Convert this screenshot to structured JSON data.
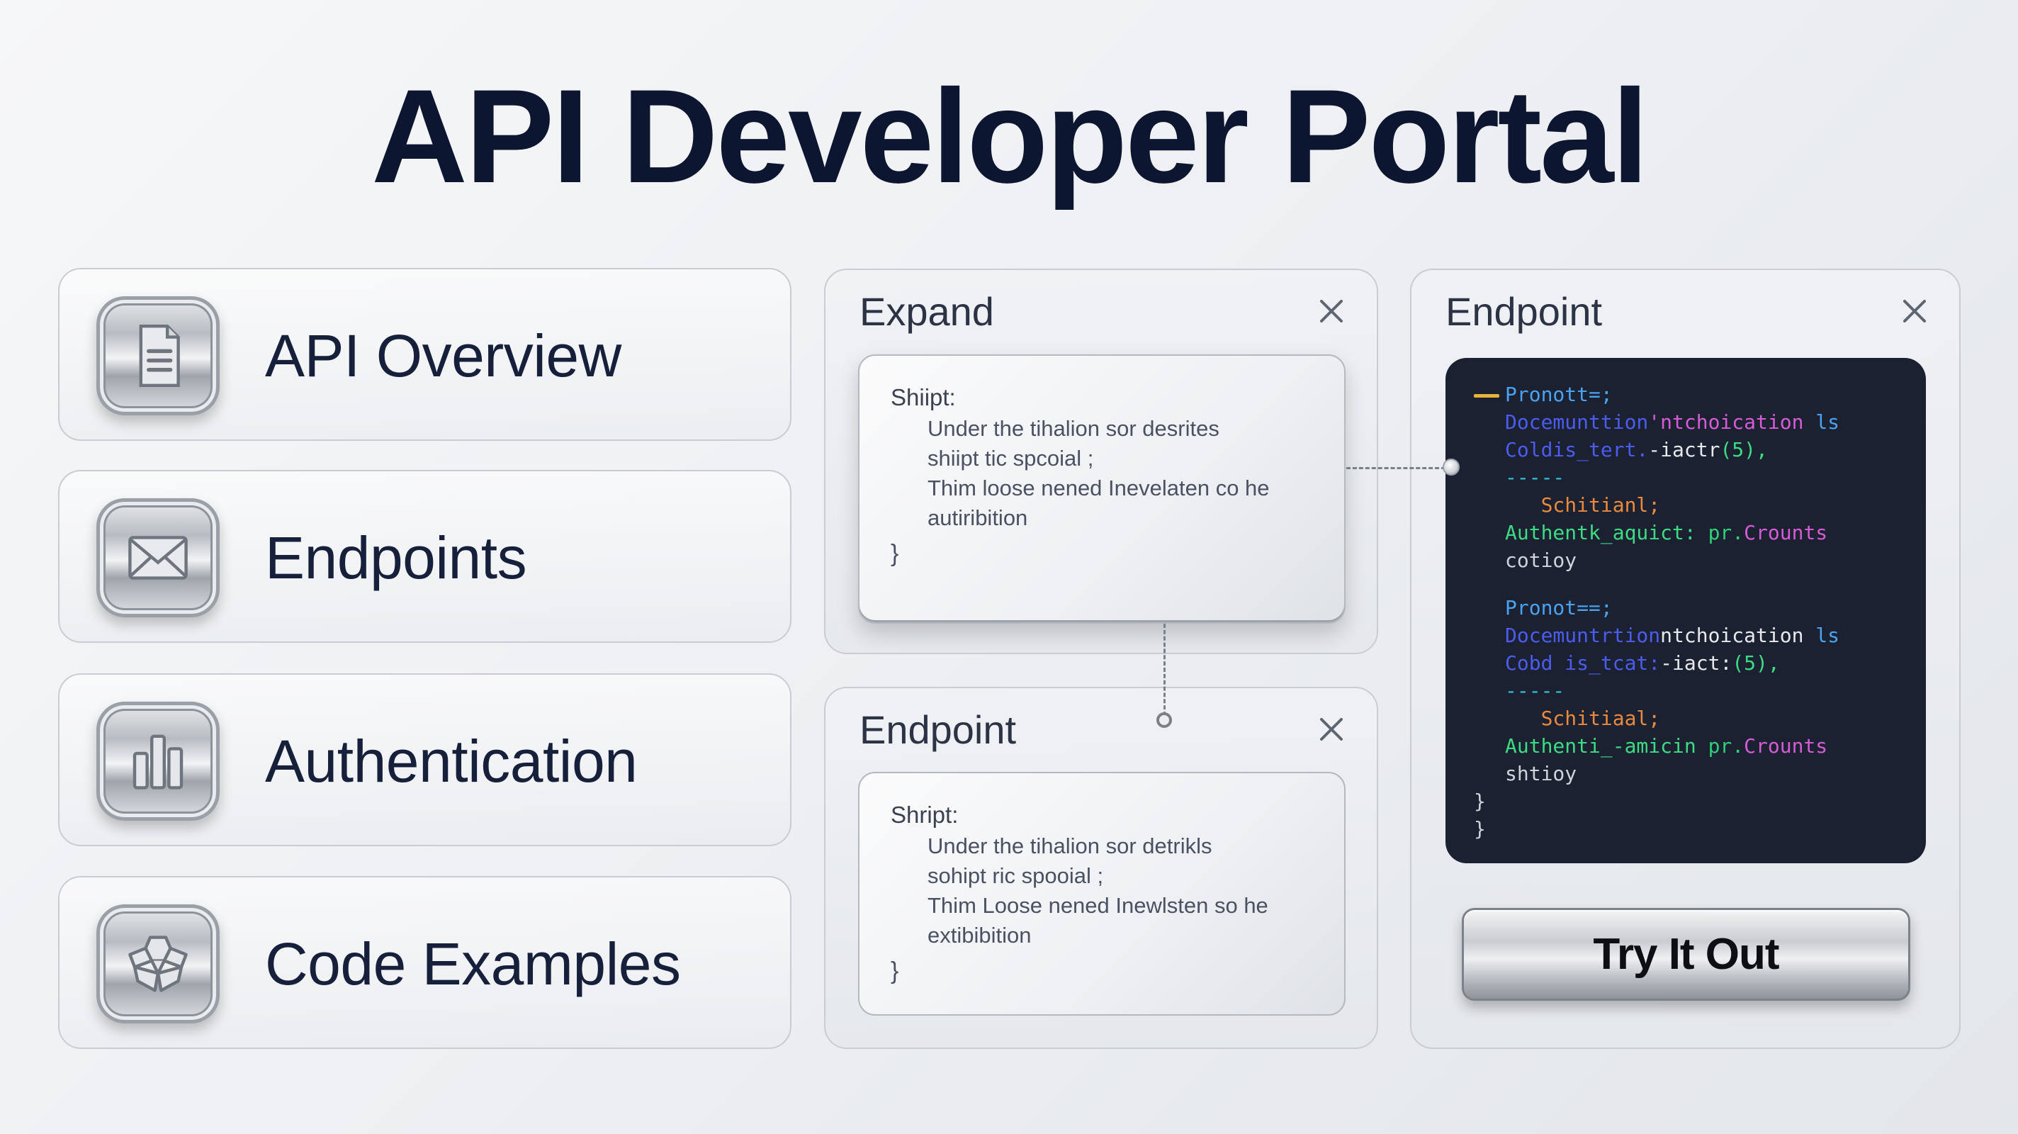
{
  "page": {
    "title": "API Developer Portal"
  },
  "nav": {
    "items": [
      {
        "label": "API Overview",
        "icon": "document-icon"
      },
      {
        "label": "Endpoints",
        "icon": "envelope-icon"
      },
      {
        "label": "Authentication",
        "icon": "bar-chart-icon"
      },
      {
        "label": "Code Examples",
        "icon": "open-box-icon"
      }
    ]
  },
  "expand_panel": {
    "title": "Expand",
    "close_icon": "close-icon",
    "content": {
      "lead": "Shiipt:",
      "lines": [
        "Under the tihalion sor desrites",
        "shiipt tic spcoial ;",
        "Thim loose nened Inevelaten co he",
        "autiribition"
      ],
      "closing": "}"
    }
  },
  "endpoint_panel": {
    "title": "Endpoint",
    "close_icon": "close-icon",
    "content": {
      "lead": "Shript:",
      "lines": [
        "Under the tihalion sor detrikls",
        "sohipt ric spooial ;",
        "Thim Loose nened Inewlsten so he",
        "extibibition"
      ],
      "closing": "}"
    }
  },
  "code_panel": {
    "title": "Endpoint",
    "close_icon": "close-icon",
    "blocks": [
      {
        "lines": [
          {
            "parts": [
              {
                "text": "Pronott=;",
                "color": "blue"
              }
            ],
            "marker": true
          },
          {
            "parts": [
              {
                "text": "Docemunttion",
                "color": "indigo"
              },
              {
                "text": "'ntchoication ",
                "color": "pink"
              },
              {
                "text": "ls",
                "color": "blue"
              }
            ]
          },
          {
            "parts": [
              {
                "text": "Coldis_tert.",
                "color": "indigo"
              },
              {
                "text": "-iactr",
                "color": "white"
              },
              {
                "text": "(5),",
                "color": "green"
              }
            ]
          },
          {
            "parts": [
              {
                "text": "-----",
                "color": "teal"
              }
            ]
          },
          {
            "parts": [
              {
                "text": "   Schitianl;",
                "color": "orange"
              }
            ]
          },
          {
            "parts": [
              {
                "text": "Authentk_aquict: ",
                "color": "green"
              },
              {
                "text": "pr.",
                "color": "green2"
              },
              {
                "text": "Crounts",
                "color": "pink"
              }
            ]
          },
          {
            "parts": [
              {
                "text": "cotioy",
                "color": "grey"
              }
            ]
          }
        ]
      },
      {
        "lines": [
          {
            "parts": [
              {
                "text": "Pronot==;",
                "color": "blue"
              }
            ]
          },
          {
            "parts": [
              {
                "text": "Docemuntrtion",
                "color": "indigo"
              },
              {
                "text": "ntchoication ",
                "color": "white"
              },
              {
                "text": "ls",
                "color": "blue"
              }
            ]
          },
          {
            "parts": [
              {
                "text": "Cobd is_tcat:",
                "color": "indigo"
              },
              {
                "text": "-iact:",
                "color": "white"
              },
              {
                "text": "(5),",
                "color": "green"
              }
            ]
          },
          {
            "parts": [
              {
                "text": "-----",
                "color": "teal"
              }
            ]
          },
          {
            "parts": [
              {
                "text": "   Schitiaal;",
                "color": "orange"
              }
            ]
          },
          {
            "parts": [
              {
                "text": "Authenti_-amicin ",
                "color": "green"
              },
              {
                "text": "pr.",
                "color": "green2"
              },
              {
                "text": "Crounts",
                "color": "pink"
              }
            ]
          },
          {
            "parts": [
              {
                "text": "shtioy",
                "color": "grey"
              }
            ]
          }
        ]
      }
    ],
    "closing_lines": [
      "}",
      "}"
    ],
    "try_button": {
      "label": "Try It Out"
    }
  },
  "colors": {
    "title": "#0d1630",
    "code_bg": "#1b2130",
    "code_blue": "#4aa3f0",
    "code_indigo": "#4b5cf0",
    "code_green": "#3ddc84",
    "code_orange": "#ea8a3e",
    "code_pink": "#d65bd6",
    "code_teal": "#35c0d8",
    "marker_yellow": "#e7b43a"
  }
}
